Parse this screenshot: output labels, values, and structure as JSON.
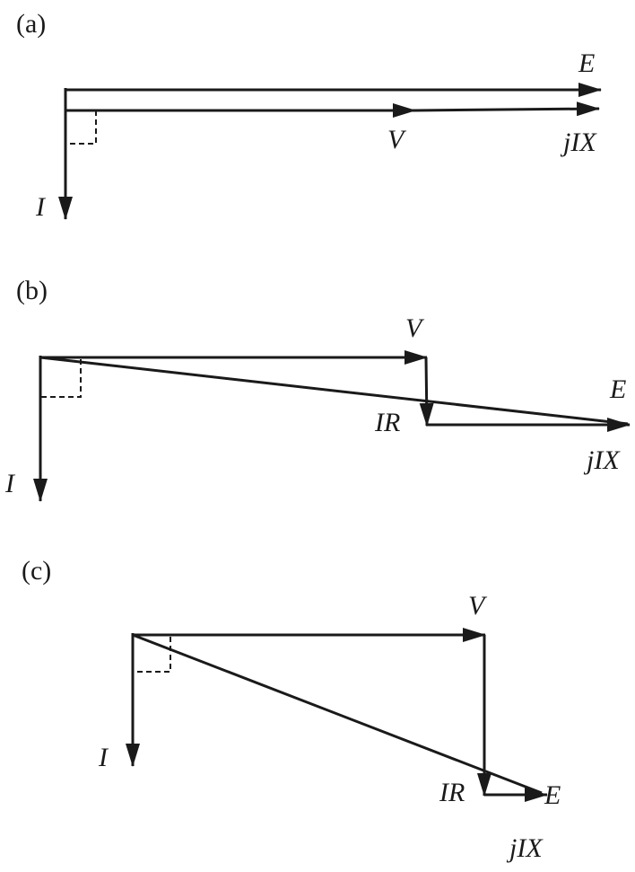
{
  "panels": [
    {
      "label": "(a)",
      "vectors": {
        "E": "E",
        "V": "V",
        "jIX": "jIX",
        "I": "I"
      }
    },
    {
      "label": "(b)",
      "vectors": {
        "E": "E",
        "V": "V",
        "IR": "IR",
        "jIX": "jIX",
        "I": "I"
      }
    },
    {
      "label": "(c)",
      "vectors": {
        "E": "E",
        "V": "V",
        "IR": "IR",
        "jIX": "jIX",
        "I": "I"
      }
    }
  ],
  "colors": {
    "ink": "#1a1a1a"
  }
}
